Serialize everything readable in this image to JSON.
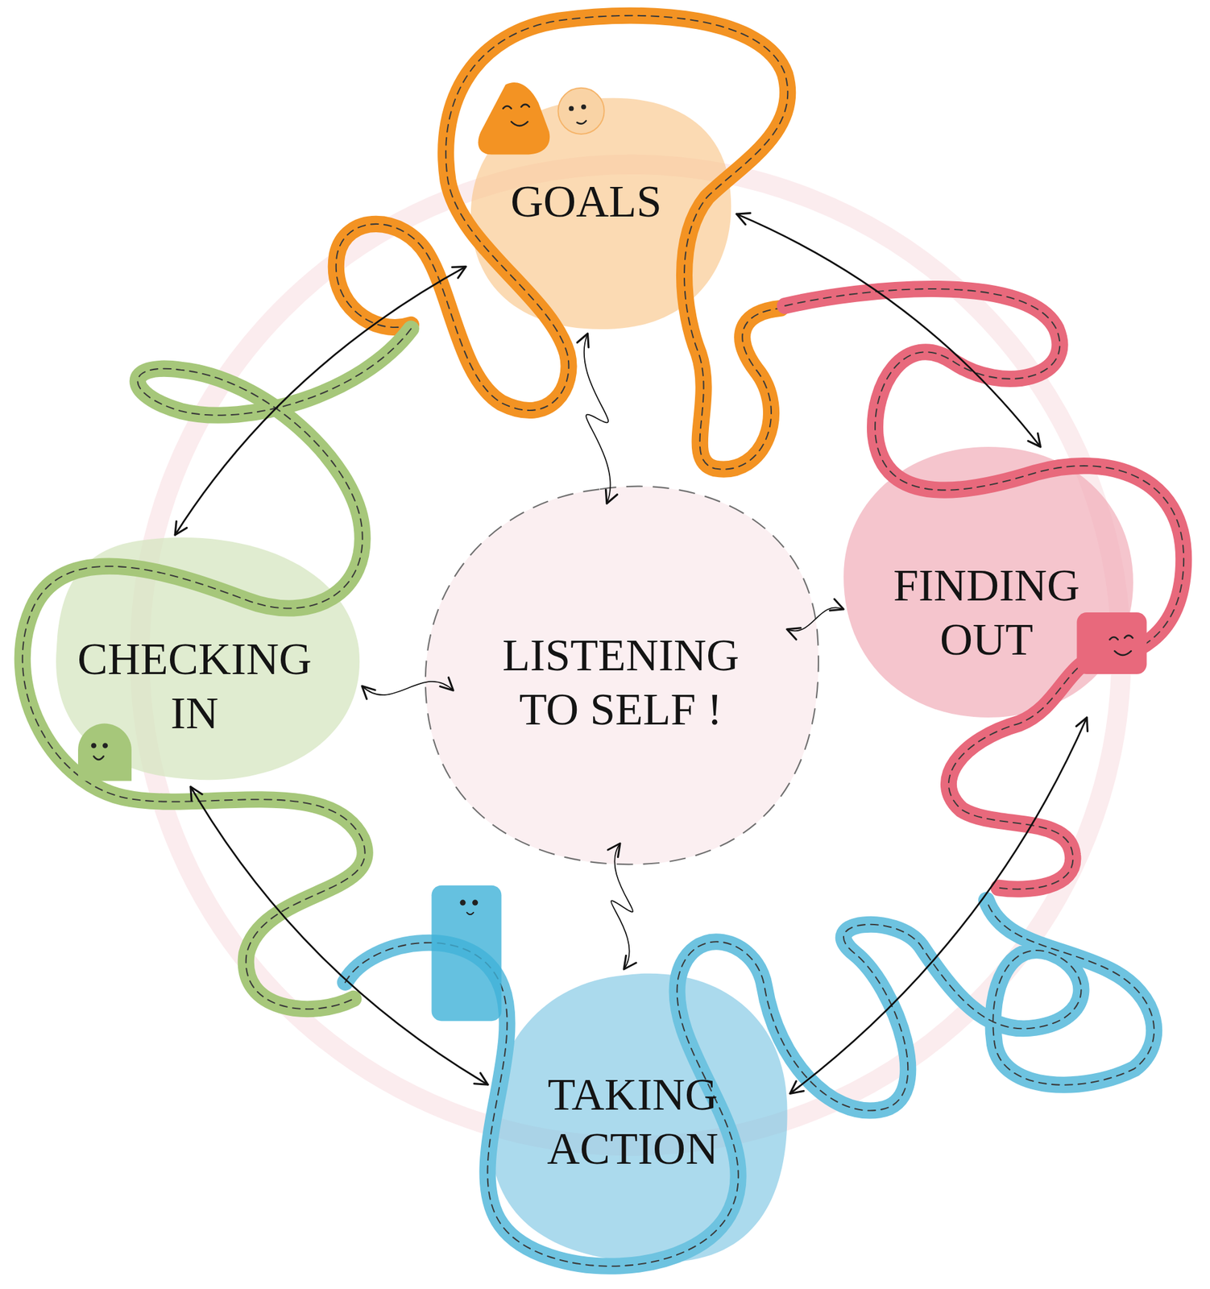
{
  "diagram": {
    "nodes": [
      {
        "text": [
          "GOALS"
        ]
      },
      {
        "text": [
          "FINDING OUT"
        ]
      },
      {
        "text": [
          "TAKING ACTION"
        ]
      },
      {
        "text": [
          "CHECKING IN"
        ]
      },
      {
        "text": [
          "LISTENING TO SELF !"
        ]
      }
    ],
    "edges": [
      {
        "from": 0,
        "to": 1,
        "arrow": "both"
      },
      {
        "from": 1,
        "to": 2,
        "arrow": "both"
      },
      {
        "from": 2,
        "to": 3,
        "arrow": "both"
      },
      {
        "from": 3,
        "to": 0,
        "arrow": "both"
      },
      {
        "from": 4,
        "to": 0,
        "arrow": "both"
      },
      {
        "from": 4,
        "to": 1,
        "arrow": "both"
      },
      {
        "from": 4,
        "to": 2,
        "arrow": "both"
      },
      {
        "from": 4,
        "to": 3,
        "arrow": "both"
      }
    ]
  }
}
